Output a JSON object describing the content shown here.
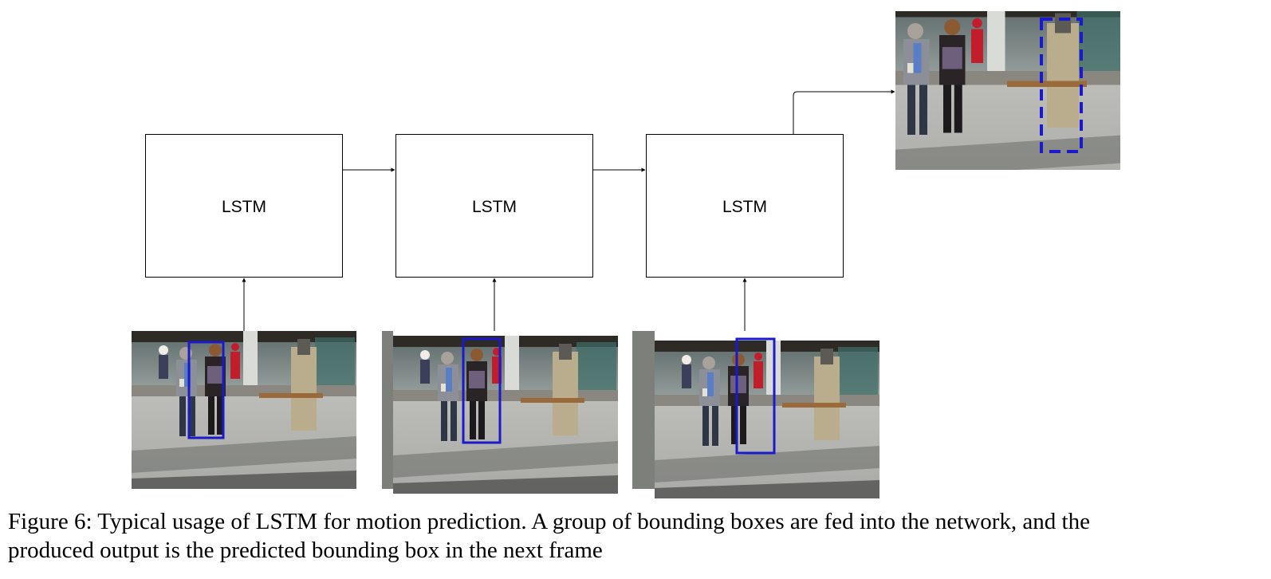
{
  "diagram": {
    "blocks": [
      {
        "label": "LSTM"
      },
      {
        "label": "LSTM"
      },
      {
        "label": "LSTM"
      }
    ],
    "input_frames": [
      {
        "subject": "pedestrian-scene",
        "box_style": "solid",
        "box_color": "#1a1acc"
      },
      {
        "subject": "pedestrian-scene",
        "box_style": "solid",
        "box_color": "#1a1acc"
      },
      {
        "subject": "pedestrian-scene",
        "box_style": "solid",
        "box_color": "#1a1acc"
      }
    ],
    "output_frame": {
      "subject": "pedestrian-scene",
      "box_style": "dashed",
      "box_color": "#1a1acc"
    }
  },
  "caption": {
    "line1": "Figure 6: Typical usage of LSTM for motion prediction. A group of bounding boxes are fed into the network, and the",
    "line2": "produced output is the predicted bounding box in the next frame"
  }
}
